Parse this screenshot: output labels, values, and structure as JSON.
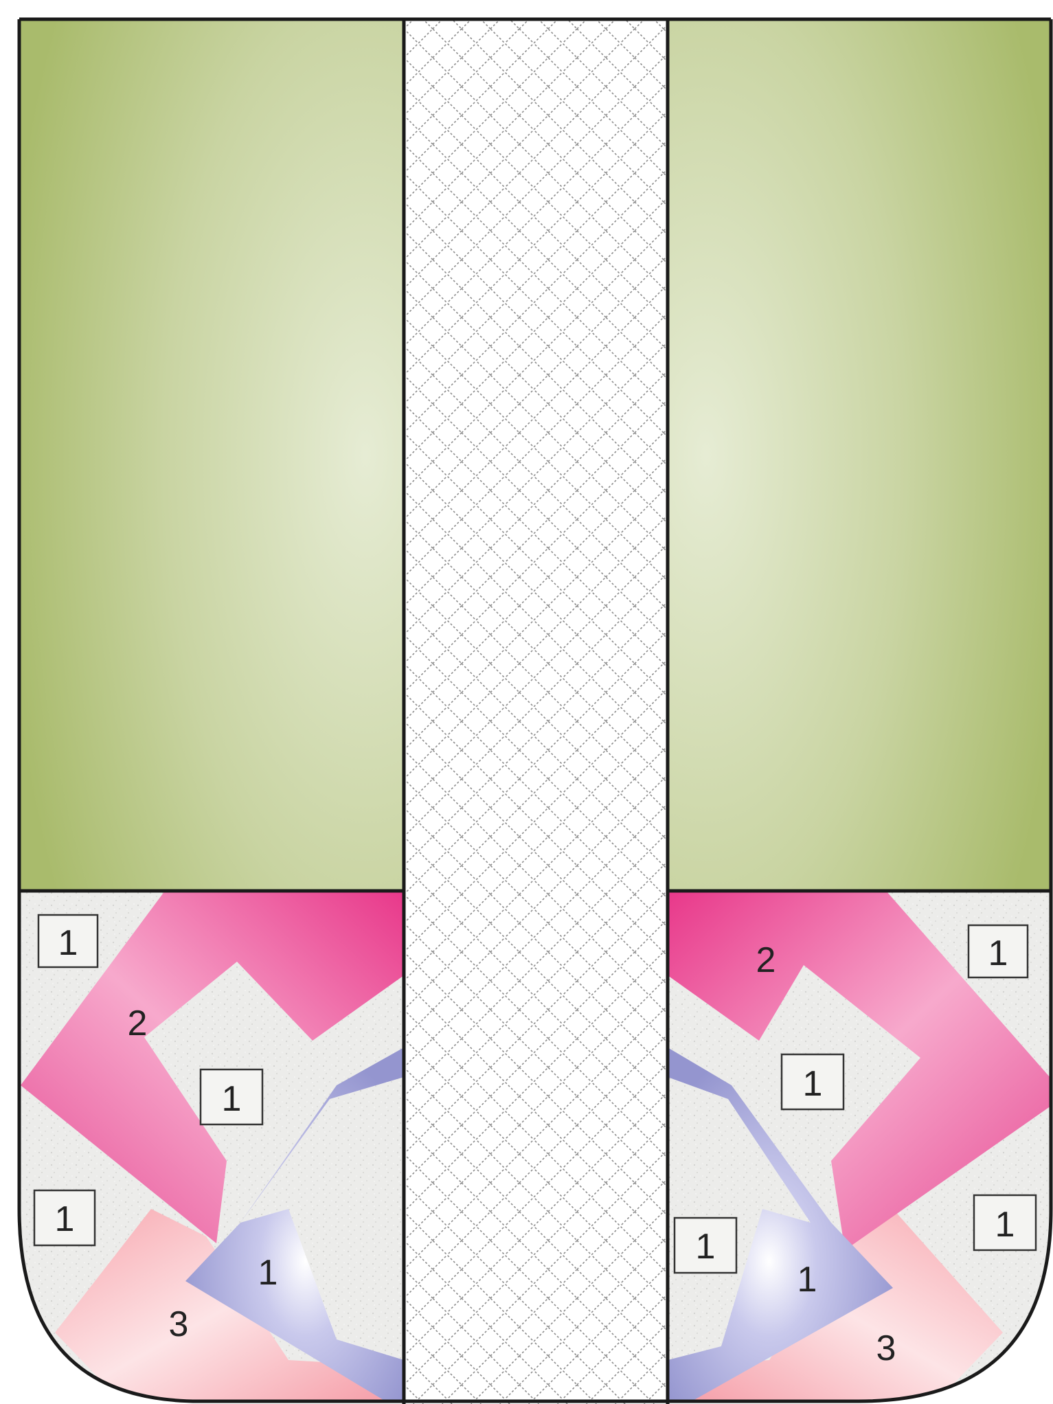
{
  "colors": {
    "field_green_outer": "#a9bb6c",
    "field_green_inner": "#e6ecd4",
    "pink": "#ea3f8e",
    "light_pink": "#f59fae",
    "lavender": "#a4a5d8",
    "textured_gray": "#ececea",
    "outline": "#1a1a1a"
  },
  "labels": {
    "left": {
      "box_top": "1",
      "box_middle": "1",
      "box_lower": "1",
      "pink_zone": "2",
      "lavender_zone": "1",
      "light_pink_zone": "3"
    },
    "right": {
      "box_top": "1",
      "box_middle": "1",
      "box_lower_left": "1",
      "box_lower_right": "1",
      "pink_zone": "2",
      "lavender_zone": "1",
      "light_pink_zone": "3"
    }
  }
}
